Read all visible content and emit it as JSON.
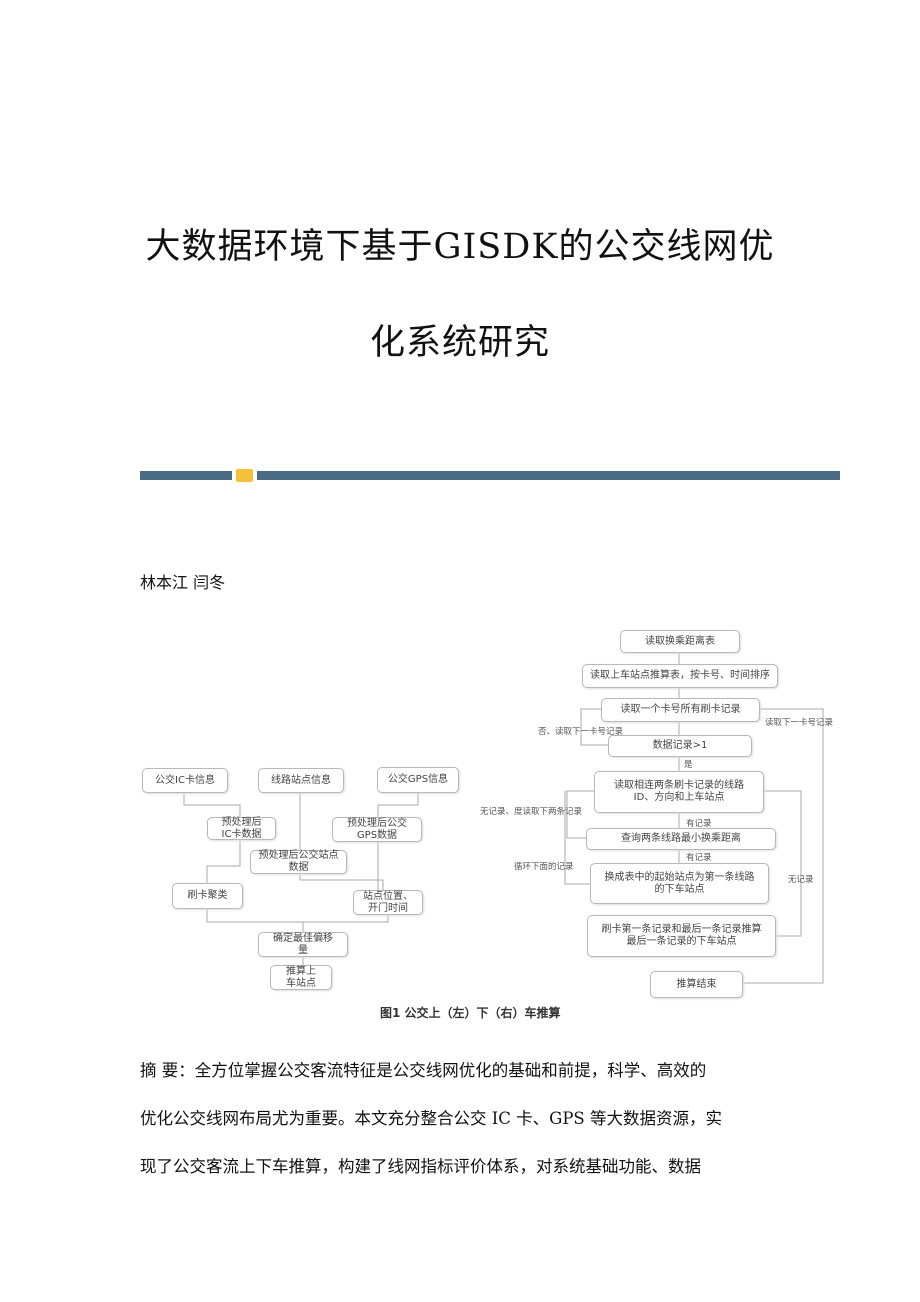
{
  "title": {
    "line1": "大数据环境下基于GISDK的公交线网优",
    "line2": "化系统研究"
  },
  "authors": "林本江  闫冬",
  "figure": {
    "left": {
      "ic_info": "公交IC卡信息",
      "line_info": "线路站点信息",
      "gps_info": "公交GPS信息",
      "ic_pre": "预处理后IC卡数据",
      "stop_pre": "预处理后公交站点数据",
      "gps_pre": "预处理后公交GPS数据",
      "cluster": "刷卡聚类",
      "stop_time": "站点位置、开门时间",
      "offset": "确定最佳偏移量",
      "infer": "推算上车站点"
    },
    "right": {
      "b1": "读取换乘距离表",
      "b2": "读取上车站点推算表，按卡号、时间排序",
      "b3": "读取一个卡号所有刷卡记录",
      "b4": "数据记录>1",
      "b5": "读取相连两条刷卡记录的线路ID、方向和上车站点",
      "b6": "查询两条线路最小换乘距离",
      "b7": "换成表中的起始站点为第一条线路的下车站点",
      "b8": "刷卡第一条记录和最后一条记录推算最后一条记录的下车站点",
      "b9": "推算结束",
      "l_no": "否、读取下一卡号记录",
      "l_next": "读取下一卡号记录",
      "l_yes": "是",
      "l_norec2": "无记录、度读取下两条记录",
      "l_has1": "有记录",
      "l_has2": "有记录",
      "l_loop": "循环下面的记录",
      "l_norec": "无记录"
    },
    "caption": "图1   公交上（左）下（右）车推算"
  },
  "abstract": [
    "摘  要：全方位掌握公交客流特征是公交线网优化的基础和前提，科学、高效的",
    "优化公交线网布局尤为重要。本文充分整合公交 IC 卡、GPS 等大数据资源，实",
    "现了公交客流上下车推算，构建了线网指标评价体系，对系统基础功能、数据"
  ]
}
